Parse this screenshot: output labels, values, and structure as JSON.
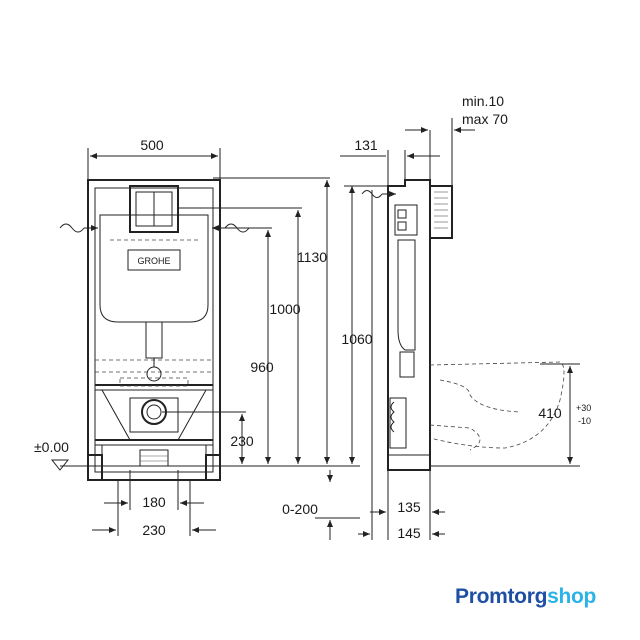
{
  "front_view": {
    "dims": {
      "width": "500",
      "h1130": "1130",
      "h1000": "1000",
      "h960": "960",
      "h230": "230",
      "w180": "180",
      "w230": "230",
      "range": "0-200",
      "datum": "±0.00"
    },
    "plate_text": "GROHE"
  },
  "side_view": {
    "dims": {
      "d131": "131",
      "min": "min.10",
      "max": "max 70",
      "h1060": "1060",
      "h410": "410",
      "tol_plus": "+30",
      "tol_minus": "-10",
      "d135": "135",
      "d145": "145"
    }
  },
  "brand": {
    "part1": "Promtorg",
    "part2": "shop",
    "color1": "#1f4fa3",
    "color2": "#2bb3e8"
  }
}
